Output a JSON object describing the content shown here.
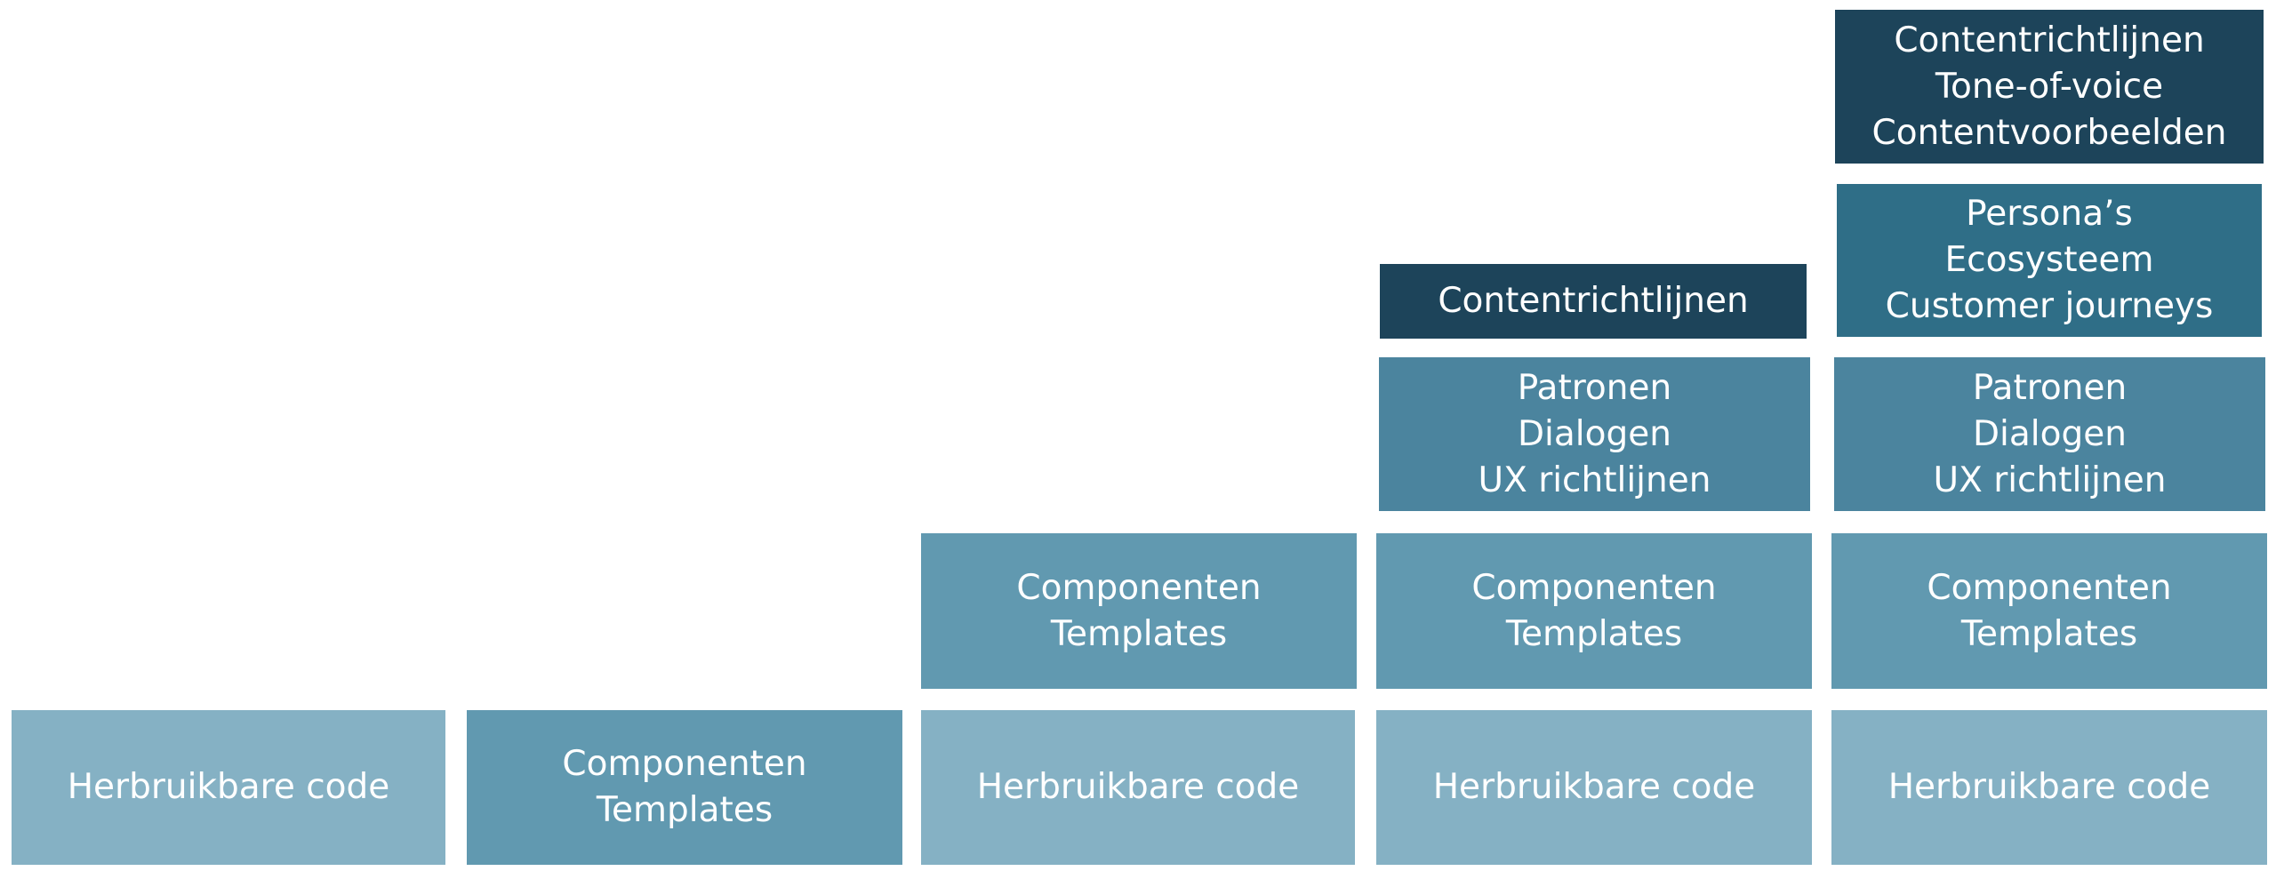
{
  "colors": {
    "herbruikbare_code": "#85b1c4",
    "componenten": "#6199b0",
    "patronen": "#4b849e",
    "personas": "#2f6e87",
    "contentrichtlijnen": "#1d445a"
  },
  "columns": [
    {
      "blocks": [
        {
          "lines": [
            "Herbruikbare code"
          ]
        }
      ]
    },
    {
      "blocks": [
        {
          "lines": [
            "Componenten",
            "Templates"
          ]
        }
      ]
    },
    {
      "blocks": [
        {
          "lines": [
            "Herbruikbare code"
          ]
        },
        {
          "lines": [
            "Componenten",
            "Templates"
          ]
        }
      ]
    },
    {
      "blocks": [
        {
          "lines": [
            "Herbruikbare code"
          ]
        },
        {
          "lines": [
            "Componenten",
            "Templates"
          ]
        },
        {
          "lines": [
            "Patronen",
            "Dialogen",
            "UX richtlijnen"
          ]
        },
        {
          "lines": [
            "Contentrichtlijnen"
          ]
        }
      ]
    },
    {
      "blocks": [
        {
          "lines": [
            "Herbruikbare code"
          ]
        },
        {
          "lines": [
            "Componenten",
            "Templates"
          ]
        },
        {
          "lines": [
            "Patronen",
            "Dialogen",
            "UX richtlijnen"
          ]
        },
        {
          "lines": [
            "Persona’s",
            "Ecosysteem",
            "Customer journeys"
          ]
        },
        {
          "lines": [
            "Contentrichtlijnen",
            "Tone-of-voice",
            "Contentvoorbeelden"
          ]
        }
      ]
    }
  ]
}
